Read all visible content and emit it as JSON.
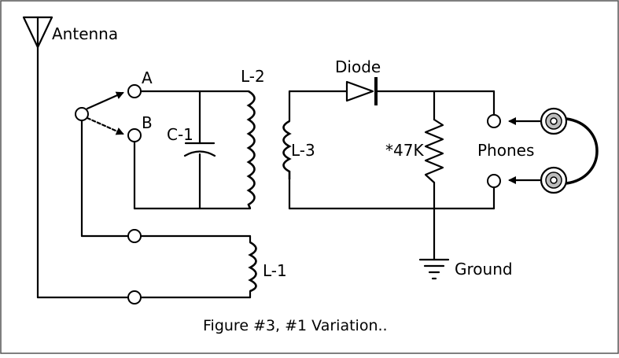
{
  "diagram": {
    "labels": {
      "antenna": "Antenna",
      "a": "A",
      "b": "B",
      "l2": "L-2",
      "c1": "C-1",
      "l3": "L-3",
      "diode": "Diode",
      "resistor": "*47K",
      "phones": "Phones",
      "ground": "Ground",
      "l1": "L-1"
    },
    "caption": "Figure #3, #1 Variation..",
    "colors": {
      "line": "#000000",
      "background": "#ffffff",
      "border": "#555555"
    }
  }
}
